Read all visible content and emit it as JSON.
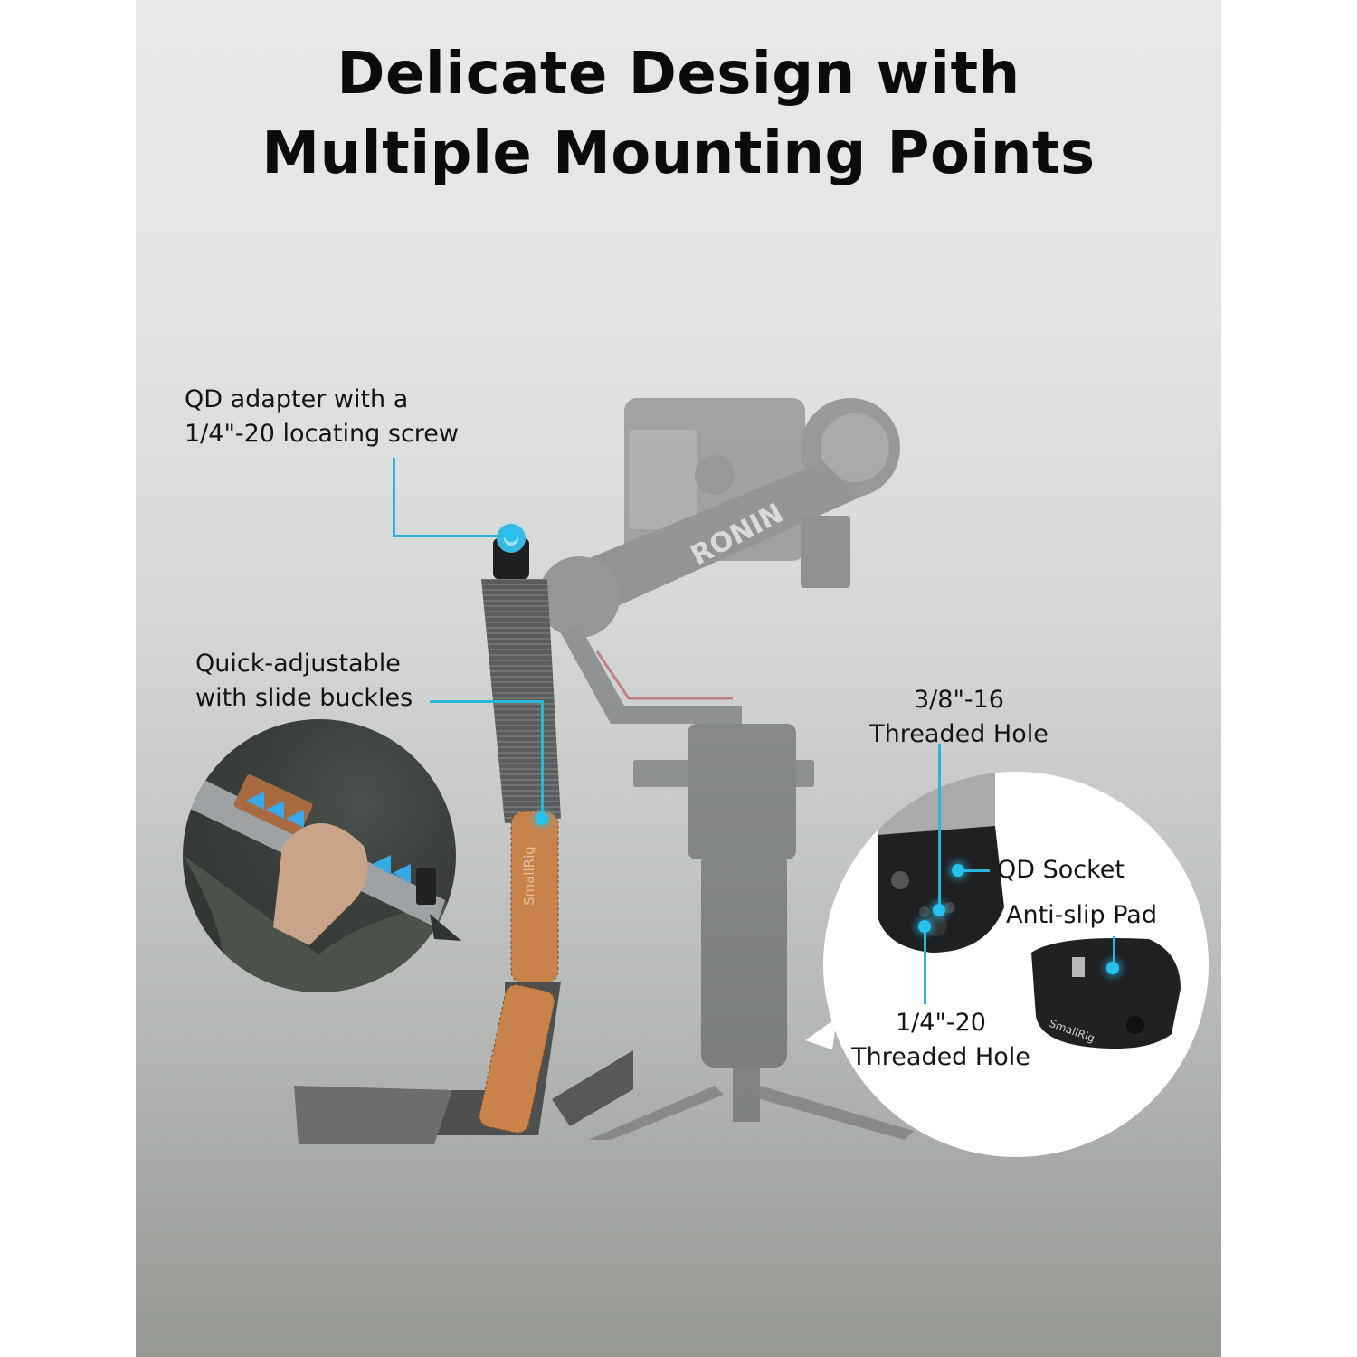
{
  "page": {
    "title_line1": "Delicate Design with",
    "title_line2": "Multiple Mounting Points"
  },
  "callouts": {
    "qd_adapter": {
      "line1": "QD adapter with a",
      "line2": "1/4\"-20 locating screw"
    },
    "quick_adjust": {
      "line1": "Quick-adjustable",
      "line2": "with slide buckles"
    },
    "thread_38": {
      "line1": "3/8\"-16",
      "line2": "Threaded Hole"
    },
    "qd_socket": {
      "text": "QD Socket"
    },
    "anti_slip": {
      "text": "Anti-slip Pad"
    },
    "thread_14": {
      "line1": "1/4\"-20",
      "line2": "Threaded Hole"
    }
  },
  "product": {
    "gimbal_brand": "RONIN",
    "strap_brand": "SmallRig",
    "adapter_brand": "SmallRig"
  },
  "colors": {
    "accent_cyan": "#2bb6d8",
    "leather": "#c9824a",
    "strap_gray": "#5a5a5a",
    "background_top": "#e6e8ea",
    "background_bottom": "#959893"
  }
}
